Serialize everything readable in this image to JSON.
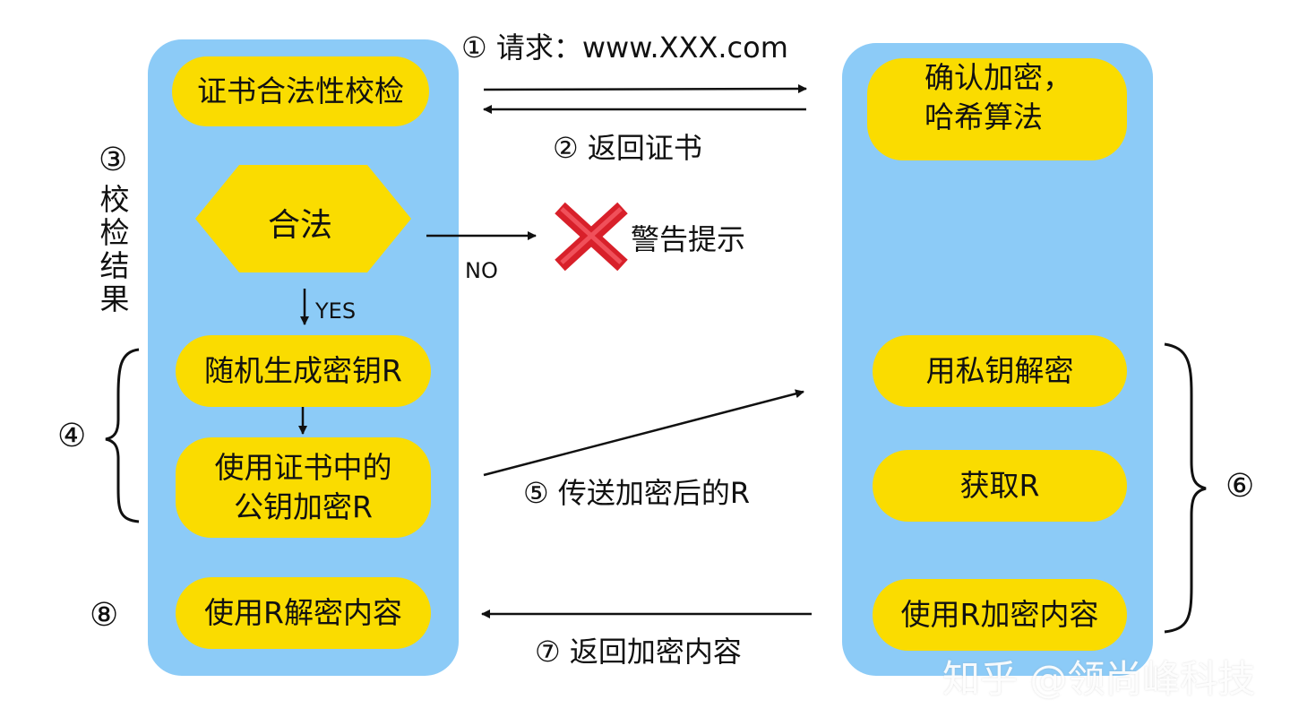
{
  "left_panel": {
    "verify_cert": "证书合法性校检",
    "legal": "合法",
    "yes": "YES",
    "random_key": "随机生成密钥R",
    "encrypt_line1": "使用证书中的",
    "encrypt_line2": "公钥加密R",
    "decrypt_content": "使用R解密内容"
  },
  "right_panel": {
    "confirm_line1": "确认加密，",
    "confirm_line2": "哈希算法",
    "private_decrypt": "用私钥解密",
    "get_r": "获取R",
    "encrypt_content": "使用R加密内容"
  },
  "steps": {
    "s1": "① 请求：www.XXX.com",
    "s2": "② 返回证书",
    "s3_num": "③",
    "s3_text": [
      "校",
      "检",
      "结",
      "果"
    ],
    "s4": "④",
    "s5": "⑤ 传送加密后的R",
    "s6": "⑥",
    "s7": "⑦ 返回加密内容",
    "s8": "⑧"
  },
  "warning": {
    "no": "NO",
    "text": "警告提示"
  },
  "watermark": "知乎 @领尚峰科技",
  "colors": {
    "panel": "#8ccbf7",
    "pill": "#fadc00",
    "cross": "#d8202a"
  },
  "icons": {
    "cross": "red-x-icon"
  }
}
